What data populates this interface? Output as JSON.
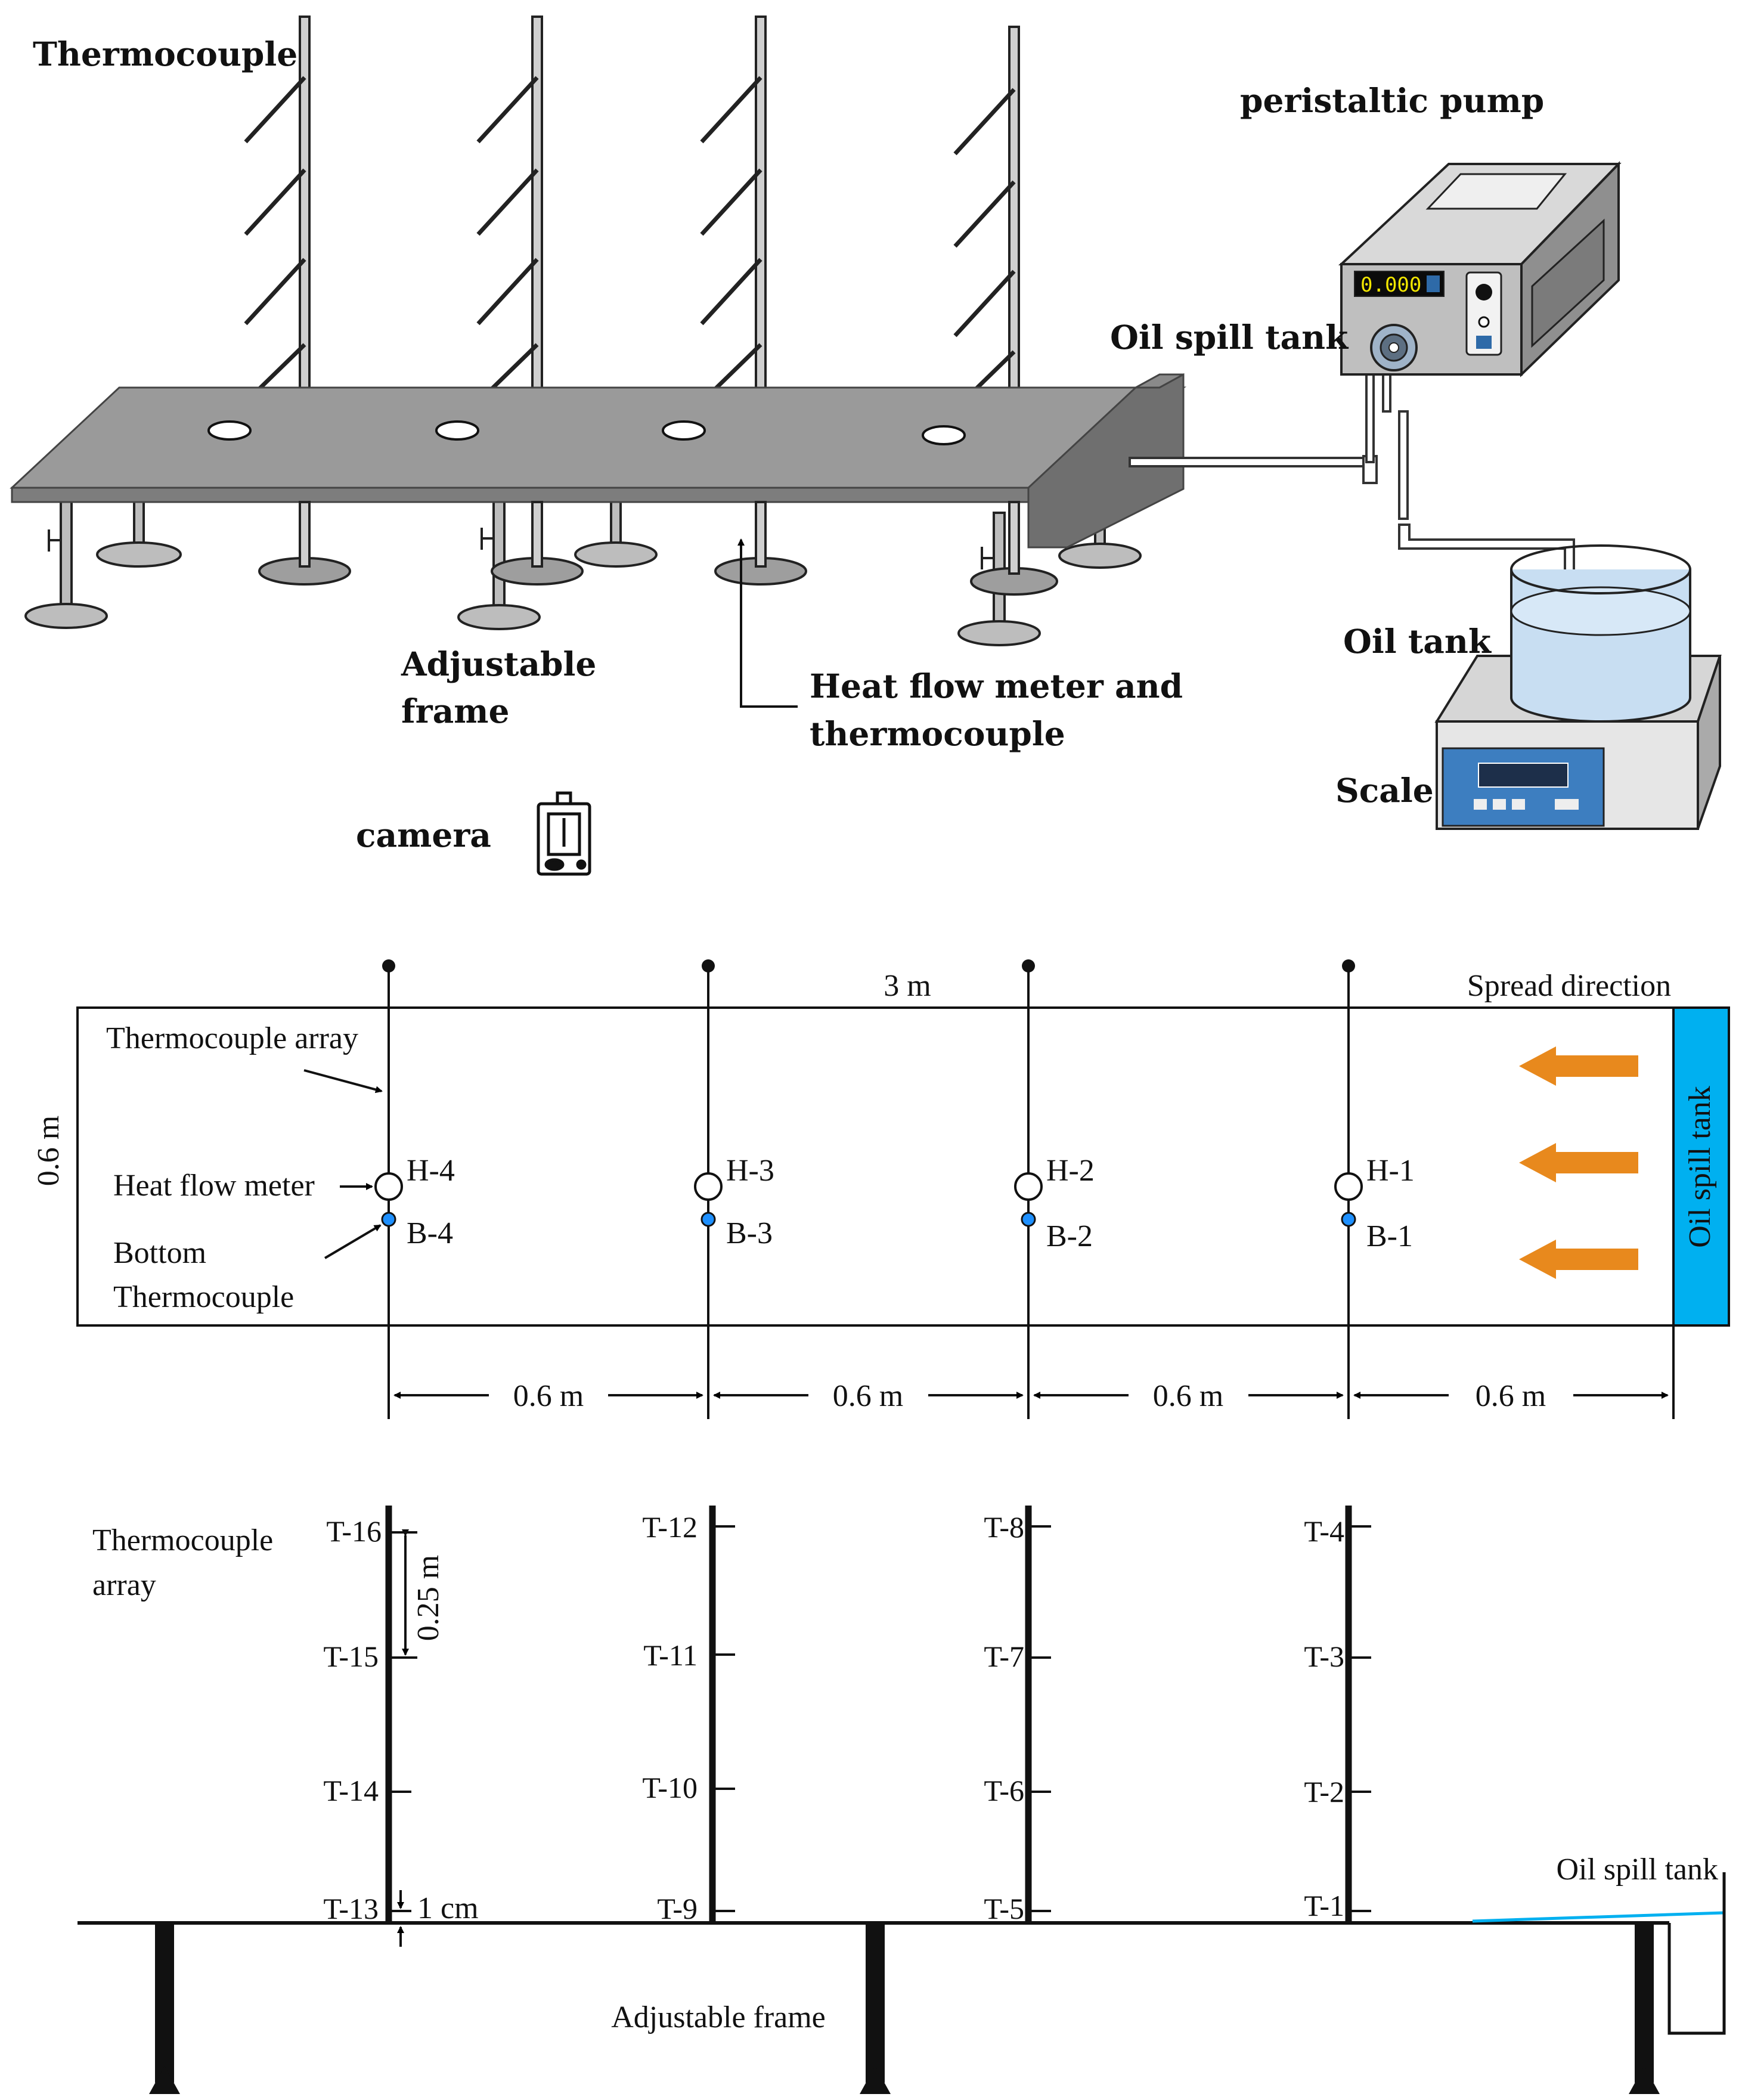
{
  "overview": {
    "thermocouple": "Thermocouple",
    "peristaltic_pump": "peristaltic pump",
    "oil_spill_tank": "Oil spill tank",
    "oil_tank": "Oil tank",
    "scale": "Scale",
    "adjustable_frame_line1": "Adjustable",
    "adjustable_frame_line2": "frame",
    "heat_flow_meter_line1": "Heat flow meter and",
    "heat_flow_meter_line2": "thermocouple",
    "camera": "camera",
    "pump_display": "0.000"
  },
  "plan": {
    "length": "3 m",
    "width": "0.6 m",
    "spread_direction": "Spread direction",
    "thermocouple_array": "Thermocouple array",
    "heat_flow_meter": "Heat flow meter",
    "bottom_thermocouple_line1": "Bottom",
    "bottom_thermocouple_line2": "Thermocouple",
    "oil_spill_tank": "Oil spill tank",
    "stations": [
      {
        "h": "H-4",
        "b": "B-4"
      },
      {
        "h": "H-3",
        "b": "B-3"
      },
      {
        "h": "H-2",
        "b": "B-2"
      },
      {
        "h": "H-1",
        "b": "B-1"
      }
    ],
    "spacings": [
      "0.6 m",
      "0.6 m",
      "0.6 m",
      "0.6 m"
    ]
  },
  "elevation": {
    "thermocouple_array_line1": "Thermocouple",
    "thermocouple_array_line2": "array",
    "spacing": "0.25 m",
    "bottom_offset": "1 cm",
    "oil_spill_tank": "Oil spill tank",
    "adjustable_frame": "Adjustable frame",
    "arrays": [
      [
        "T-13",
        "T-14",
        "T-15",
        "T-16"
      ],
      [
        "T-9",
        "T-10",
        "T-11",
        "T-12"
      ],
      [
        "T-5",
        "T-6",
        "T-7",
        "T-8"
      ],
      [
        "T-1",
        "T-2",
        "T-3",
        "T-4"
      ]
    ]
  },
  "colors": {
    "tank_blue": "#00b0f0",
    "arrow_orange": "#e8891d",
    "sensor_blue": "#1e90ff",
    "platform_gray": "#9a9a9a"
  }
}
